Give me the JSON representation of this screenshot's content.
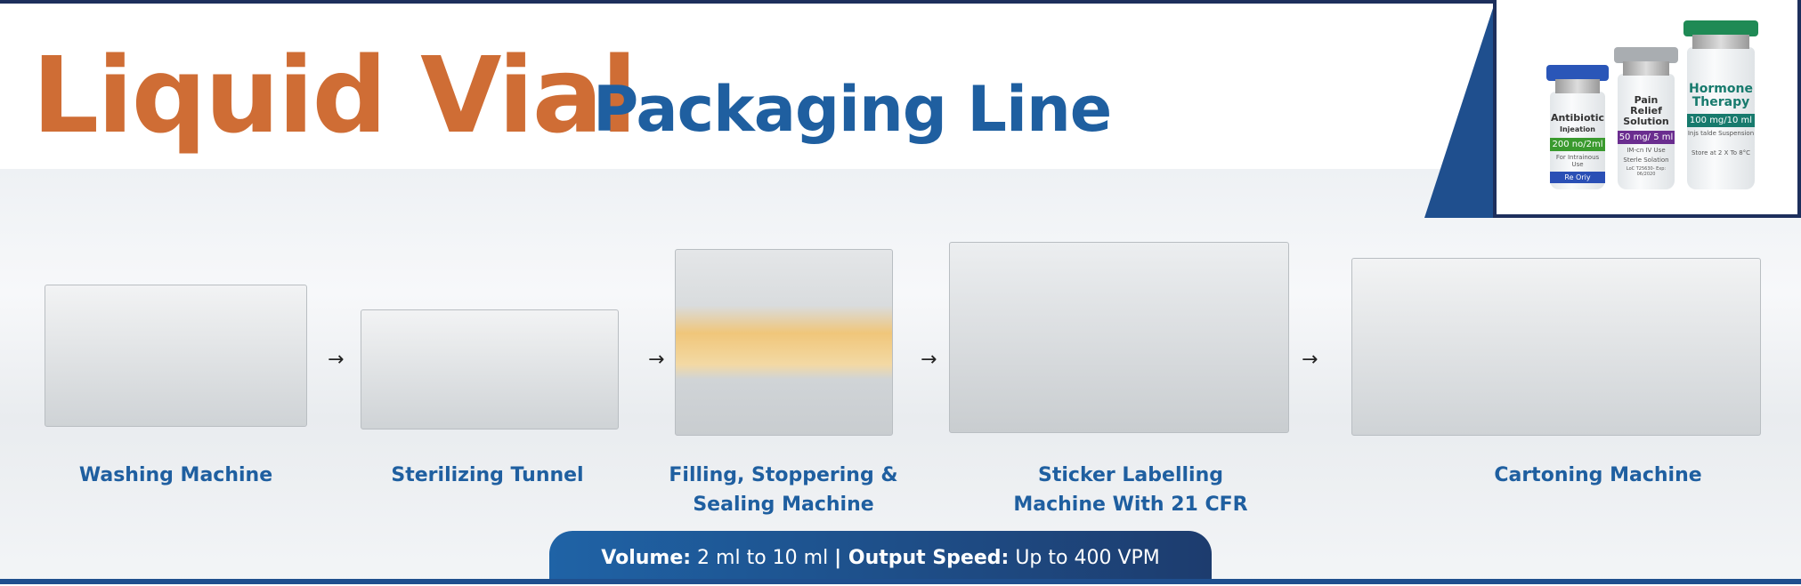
{
  "header": {
    "title_part1": "Liquid Vial",
    "title_part2": "Packaging Line"
  },
  "inset": {
    "vials": [
      {
        "name": "Antibiotic",
        "sub": "Injeation",
        "dose": "200 no/2ml",
        "line1": "For Intrainous Use",
        "line2": "Re Oriy",
        "cap_color": "#2a56b8",
        "band_color": "#3a9a2e"
      },
      {
        "name": "Pain Relief",
        "sub": "Solution",
        "dose": "50 mg/ 5 ml",
        "line1": "IM-cn IV Use",
        "line2": "Sterle Solation",
        "line3": "LoC T25630- Exp: 06/2020",
        "cap_color": "#a9adb1",
        "band_color": "#6a2d8f"
      },
      {
        "name": "Hormone",
        "sub": "Therapy",
        "dose": "100 mg/10 ml",
        "line1": "Injs talde Suspension",
        "line2": "Store at 2 X To 8°C",
        "cap_color": "#1f8a55",
        "band_color": "#177a6d"
      }
    ]
  },
  "machines": [
    {
      "label": "Washing Machine"
    },
    {
      "label": "Sterilizing Tunnel"
    },
    {
      "label": "Filling, Stoppering &",
      "label2": "Sealing Machine"
    },
    {
      "label": "Sticker Labelling",
      "label2": "Machine With 21 CFR"
    },
    {
      "label": "Cartoning Machine"
    }
  ],
  "arrow_glyph": "→",
  "spec": {
    "volume_label": "Volume:",
    "volume_value": " 2 ml to 10 ml ",
    "sep": " | ",
    "speed_label": "Output Speed:",
    "speed_value": " Up to 400 VPM"
  },
  "colors": {
    "orange": "#cf6d35",
    "blue": "#1f5fa0",
    "navy": "#1d2f5c"
  }
}
